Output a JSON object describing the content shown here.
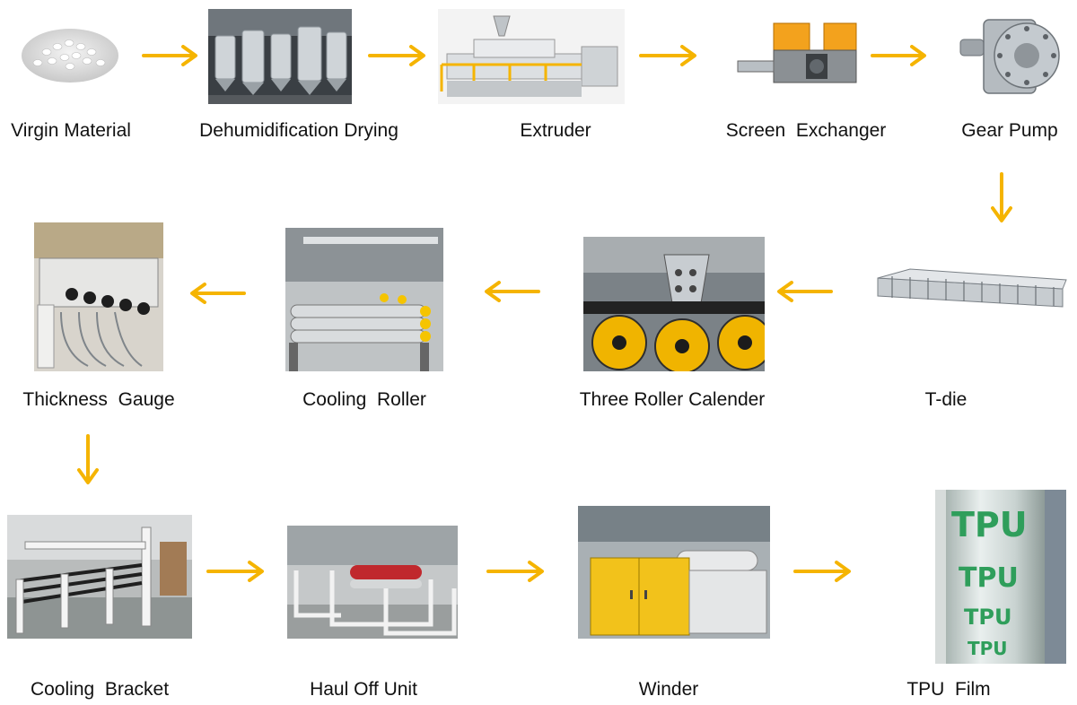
{
  "accent": "#F5B400",
  "steps": [
    {
      "label": "Virgin Material",
      "image": "plastic-pellets"
    },
    {
      "label": "Dehumidification Drying",
      "image": "dryer-hoppers"
    },
    {
      "label": "Extruder",
      "image": "extruder-machine"
    },
    {
      "label": "Screen  Exchanger",
      "image": "screen-changer"
    },
    {
      "label": "Gear Pump",
      "image": "gear-pump"
    },
    {
      "label": "T-die",
      "image": "t-die"
    },
    {
      "label": "Three Roller Calender",
      "image": "three-roller-calender"
    },
    {
      "label": "Cooling  Roller",
      "image": "cooling-roller"
    },
    {
      "label": "Thickness  Gauge",
      "image": "thickness-gauge"
    },
    {
      "label": "Cooling  Bracket",
      "image": "cooling-bracket"
    },
    {
      "label": "Haul Off Unit",
      "image": "haul-off-unit"
    },
    {
      "label": "Winder",
      "image": "winder"
    },
    {
      "label": "TPU  Film",
      "image": "tpu-film-roll"
    }
  ],
  "film_roll_text": "TPU"
}
